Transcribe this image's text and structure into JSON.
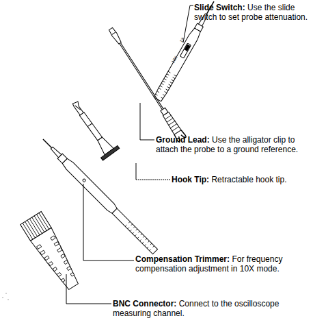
{
  "diagram": {
    "labels": [
      "Slide Switch:",
      "Use the slide switch to set probe attenuation.",
      "Ground Lead:",
      "Use the alligator clip to attach the probe to a ground reference.",
      "Hook Tip:",
      "Retractable hook tip.",
      "Compensation Trimmer:",
      "For frequency compensation adjustment in 10X mode.",
      "BNC Connector:",
      "Connect to the oscilloscope measuring channel.",
      "1X",
      "10X"
    ]
  }
}
